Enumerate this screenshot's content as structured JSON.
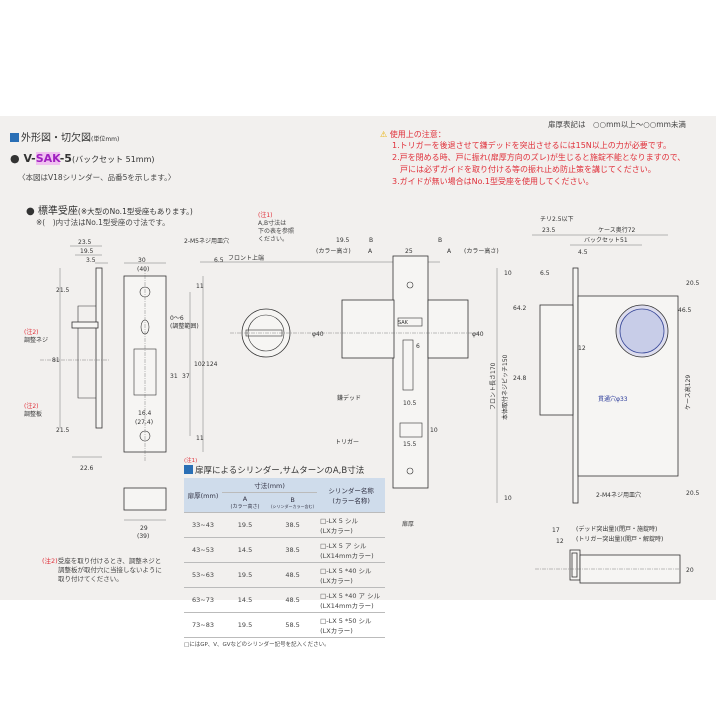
{
  "header": {
    "section_title": "外形図・切欠図",
    "unit_note": "(単位mm)",
    "model_prefix": "V-",
    "model_brand": "SAK",
    "model_suffix": "-5",
    "backset": "(バックセット 51mm)",
    "model_note": "〈本図はV18シリンダー、品番5を示します。〉",
    "strike_title": "標準受座",
    "strike_note": "(※大型のNo.1型受座もあります。)",
    "strike_note2": "※(　)内寸法はNo.1型受座の寸法です。",
    "thickness_note": "扉厚表記は　○○mm以上～○○mm未満"
  },
  "caution": {
    "title": "使用上の注意：",
    "items": [
      "1.トリガーを後退させて鎌デッドを突出させるには15N以上の力が必要です。",
      "2.戸を閉める時、戸に振れ(扉厚方向のズレ)が生じると施錠不能となりますので、",
      "　戸には必ずガイドを取り付ける等の振れ止め防止策を講じてください。",
      "3.ガイドが無い場合はNo.1型受座を使用してください。"
    ]
  },
  "note1": {
    "tag": "(注1)",
    "line1": "A,B寸法は",
    "line2": "下の表を参照",
    "line3": "ください。"
  },
  "note2": {
    "tag": "(注2)",
    "line1": "受座を取り付けるとき、調整ネジと",
    "line2": "調整板が取付穴に当接しないように",
    "line3": "取り付けてください。"
  },
  "labels": {
    "adjust_screw": "調整ネジ",
    "adjust_plate": "調整板",
    "note2_tag": "(注2)",
    "m5": "2-M5ネジ用皿穴",
    "adjust_range": "(調整範囲)",
    "front_top": "フロント上端",
    "collar_h": "(カラー高さ)",
    "dead": "鎌デッド",
    "trigger": "トリガー",
    "door_thickness": "扉厚",
    "chiri": "チリ2.5以下",
    "case_depth": "ケース奥行72",
    "backset": "バックセット51",
    "through_hole": "貫通穴φ33",
    "case_height": "ケース高129",
    "front_length": "フロント長さ170",
    "pitch": "本体取付ネジピッチ150",
    "m4": "2-M4ネジ用皿穴",
    "dead_proj": "(デッド突出量)(閉戸・施錠時)",
    "trigger_proj": "(トリガー突出量)(開戸・解錠時)",
    "brand_plate": "SAK"
  },
  "dims": {
    "d23_5": "23.5",
    "d19_5": "19.5",
    "d3_5": "3.5",
    "d21_5a": "21.5",
    "d81": "81",
    "d21_5b": "21.5",
    "d22_6": "22.6",
    "d30": "30",
    "d40": "(40)",
    "d6_5": "6.5",
    "d11a": "11",
    "d0_6": "0～6",
    "d31": "31",
    "d37": "37",
    "d102": "102",
    "d124": "124",
    "d16_4": "16.4",
    "d27_4": "(27.4)",
    "d11b": "11",
    "d29": "29",
    "d39": "(39)",
    "m19_5": "19.5",
    "mA": "A",
    "mB": "B",
    "m25": "25",
    "phi40": "φ40",
    "m6": "6",
    "m10_5": "10.5",
    "m10": "10",
    "m15_5": "15.5",
    "r23_5": "23.5",
    "r4_5": "4.5",
    "r10a": "10",
    "r6_5": "6.5",
    "r64_2": "64.2",
    "r12": "12",
    "r24_8": "24.8",
    "r20_5a": "20.5",
    "r46_5": "46.5",
    "r10b": "10",
    "r20_5b": "20.5",
    "b17": "17",
    "b12": "12",
    "b20": "20"
  },
  "table": {
    "tag": "(注1)",
    "title": "扉厚によるシリンダー,サムターンのA,B寸法",
    "headers": {
      "thickness": "扉厚(mm)",
      "dims": "寸法(mm)",
      "a": "A",
      "a_sub": "(カラー高さ)",
      "b": "B",
      "b_sub": "(シリンダーカラー含む)",
      "name": "シリンダー名称",
      "name_sub": "(カラー名称)"
    },
    "rows": [
      {
        "t": "33~43",
        "a": "19.5",
        "b": "38.5",
        "n1": "□-LX 5 シル",
        "n2": "(LXカラー)"
      },
      {
        "t": "43~53",
        "a": "14.5",
        "b": "38.5",
        "n1": "□-LX 5 ア シル",
        "n2": "(LX14mmカラー)"
      },
      {
        "t": "53~63",
        "a": "19.5",
        "b": "48.5",
        "n1": "□-LX 5 *40 シル",
        "n2": "(LXカラー)"
      },
      {
        "t": "63~73",
        "a": "14.5",
        "b": "48.5",
        "n1": "□-LX 5 *40 ア シル",
        "n2": "(LX14mmカラー)"
      },
      {
        "t": "73~83",
        "a": "19.5",
        "b": "58.5",
        "n1": "□-LX 5 *50 シル",
        "n2": "(LXカラー)"
      }
    ],
    "footnote": "□にはGP、V、GVなどのシリンダー記号を記入ください。"
  },
  "colors": {
    "accent": "#2a6fb5",
    "caution": "#e0303a",
    "brand": "#a020c0"
  }
}
